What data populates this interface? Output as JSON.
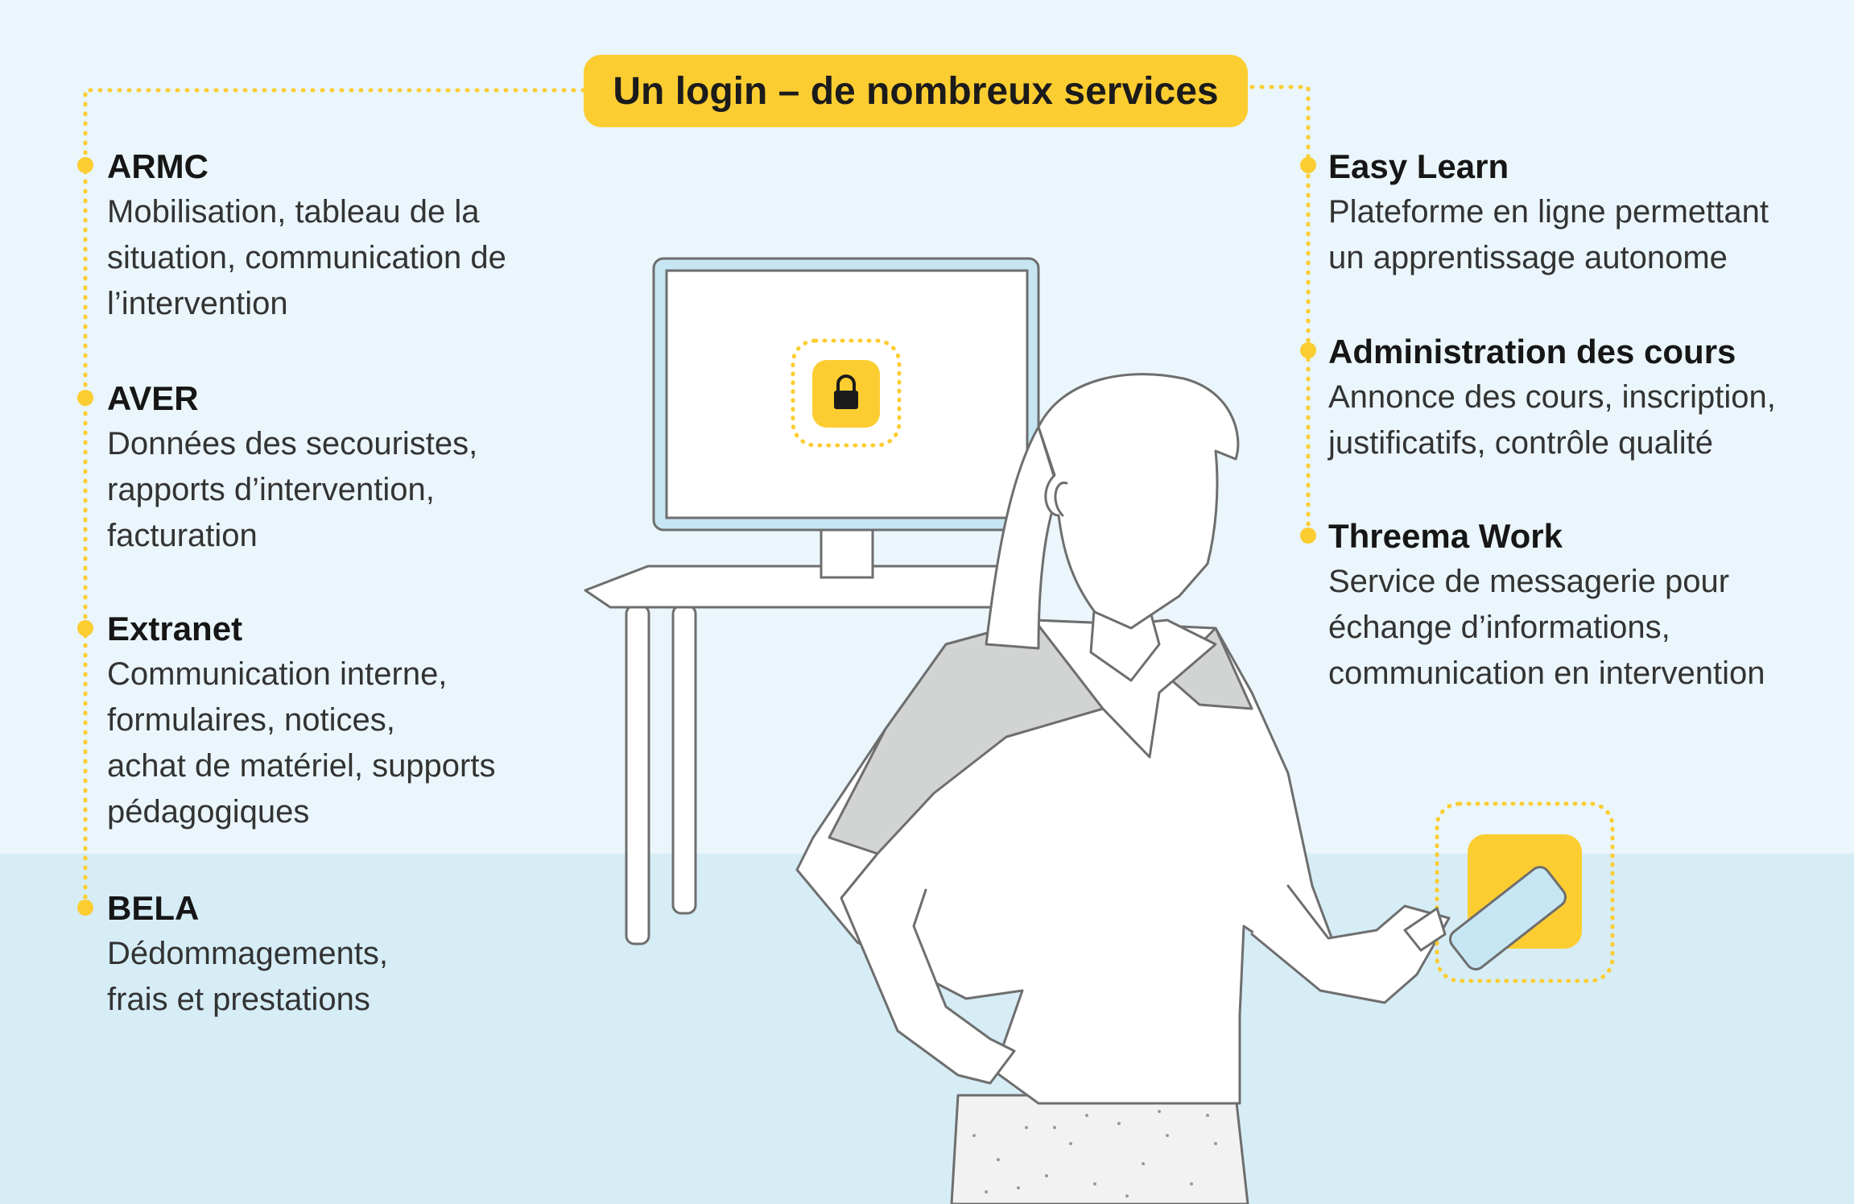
{
  "title": "Un login – de nombreux services",
  "left_services": [
    {
      "name": "ARMC",
      "lines": [
        "Mobilisation, tableau de la",
        "situation, communication de",
        "l’intervention"
      ]
    },
    {
      "name": "AVER",
      "lines": [
        "Données des secouristes,",
        "rapports d’intervention,",
        "facturation"
      ]
    },
    {
      "name": "Extranet",
      "lines": [
        "Communication interne,",
        "formulaires, notices,",
        "achat de matériel, supports",
        "pédagogiques"
      ]
    },
    {
      "name": "BELA",
      "lines": [
        "Dédommagements,",
        "frais et prestations"
      ]
    }
  ],
  "right_services": [
    {
      "name": "Easy Learn",
      "lines": [
        "Plateforme en ligne permettant",
        "un apprentissage autonome"
      ]
    },
    {
      "name": "Administration des cours",
      "lines": [
        "Annonce des cours, inscription,",
        "justificatifs, contrôle qualité"
      ]
    },
    {
      "name": "Threema Work",
      "lines": [
        "Service de messagerie pour",
        "échange d’informations,",
        "communication en intervention"
      ]
    }
  ],
  "colors": {
    "accent": "#fccd31",
    "background_top": "#eaf6fb",
    "background_bottom": "#d6edf6",
    "outline": "#6e6e6e",
    "screen_frame": "#c6e6f3"
  },
  "icons": [
    "lock-icon",
    "smartphone-icon"
  ]
}
